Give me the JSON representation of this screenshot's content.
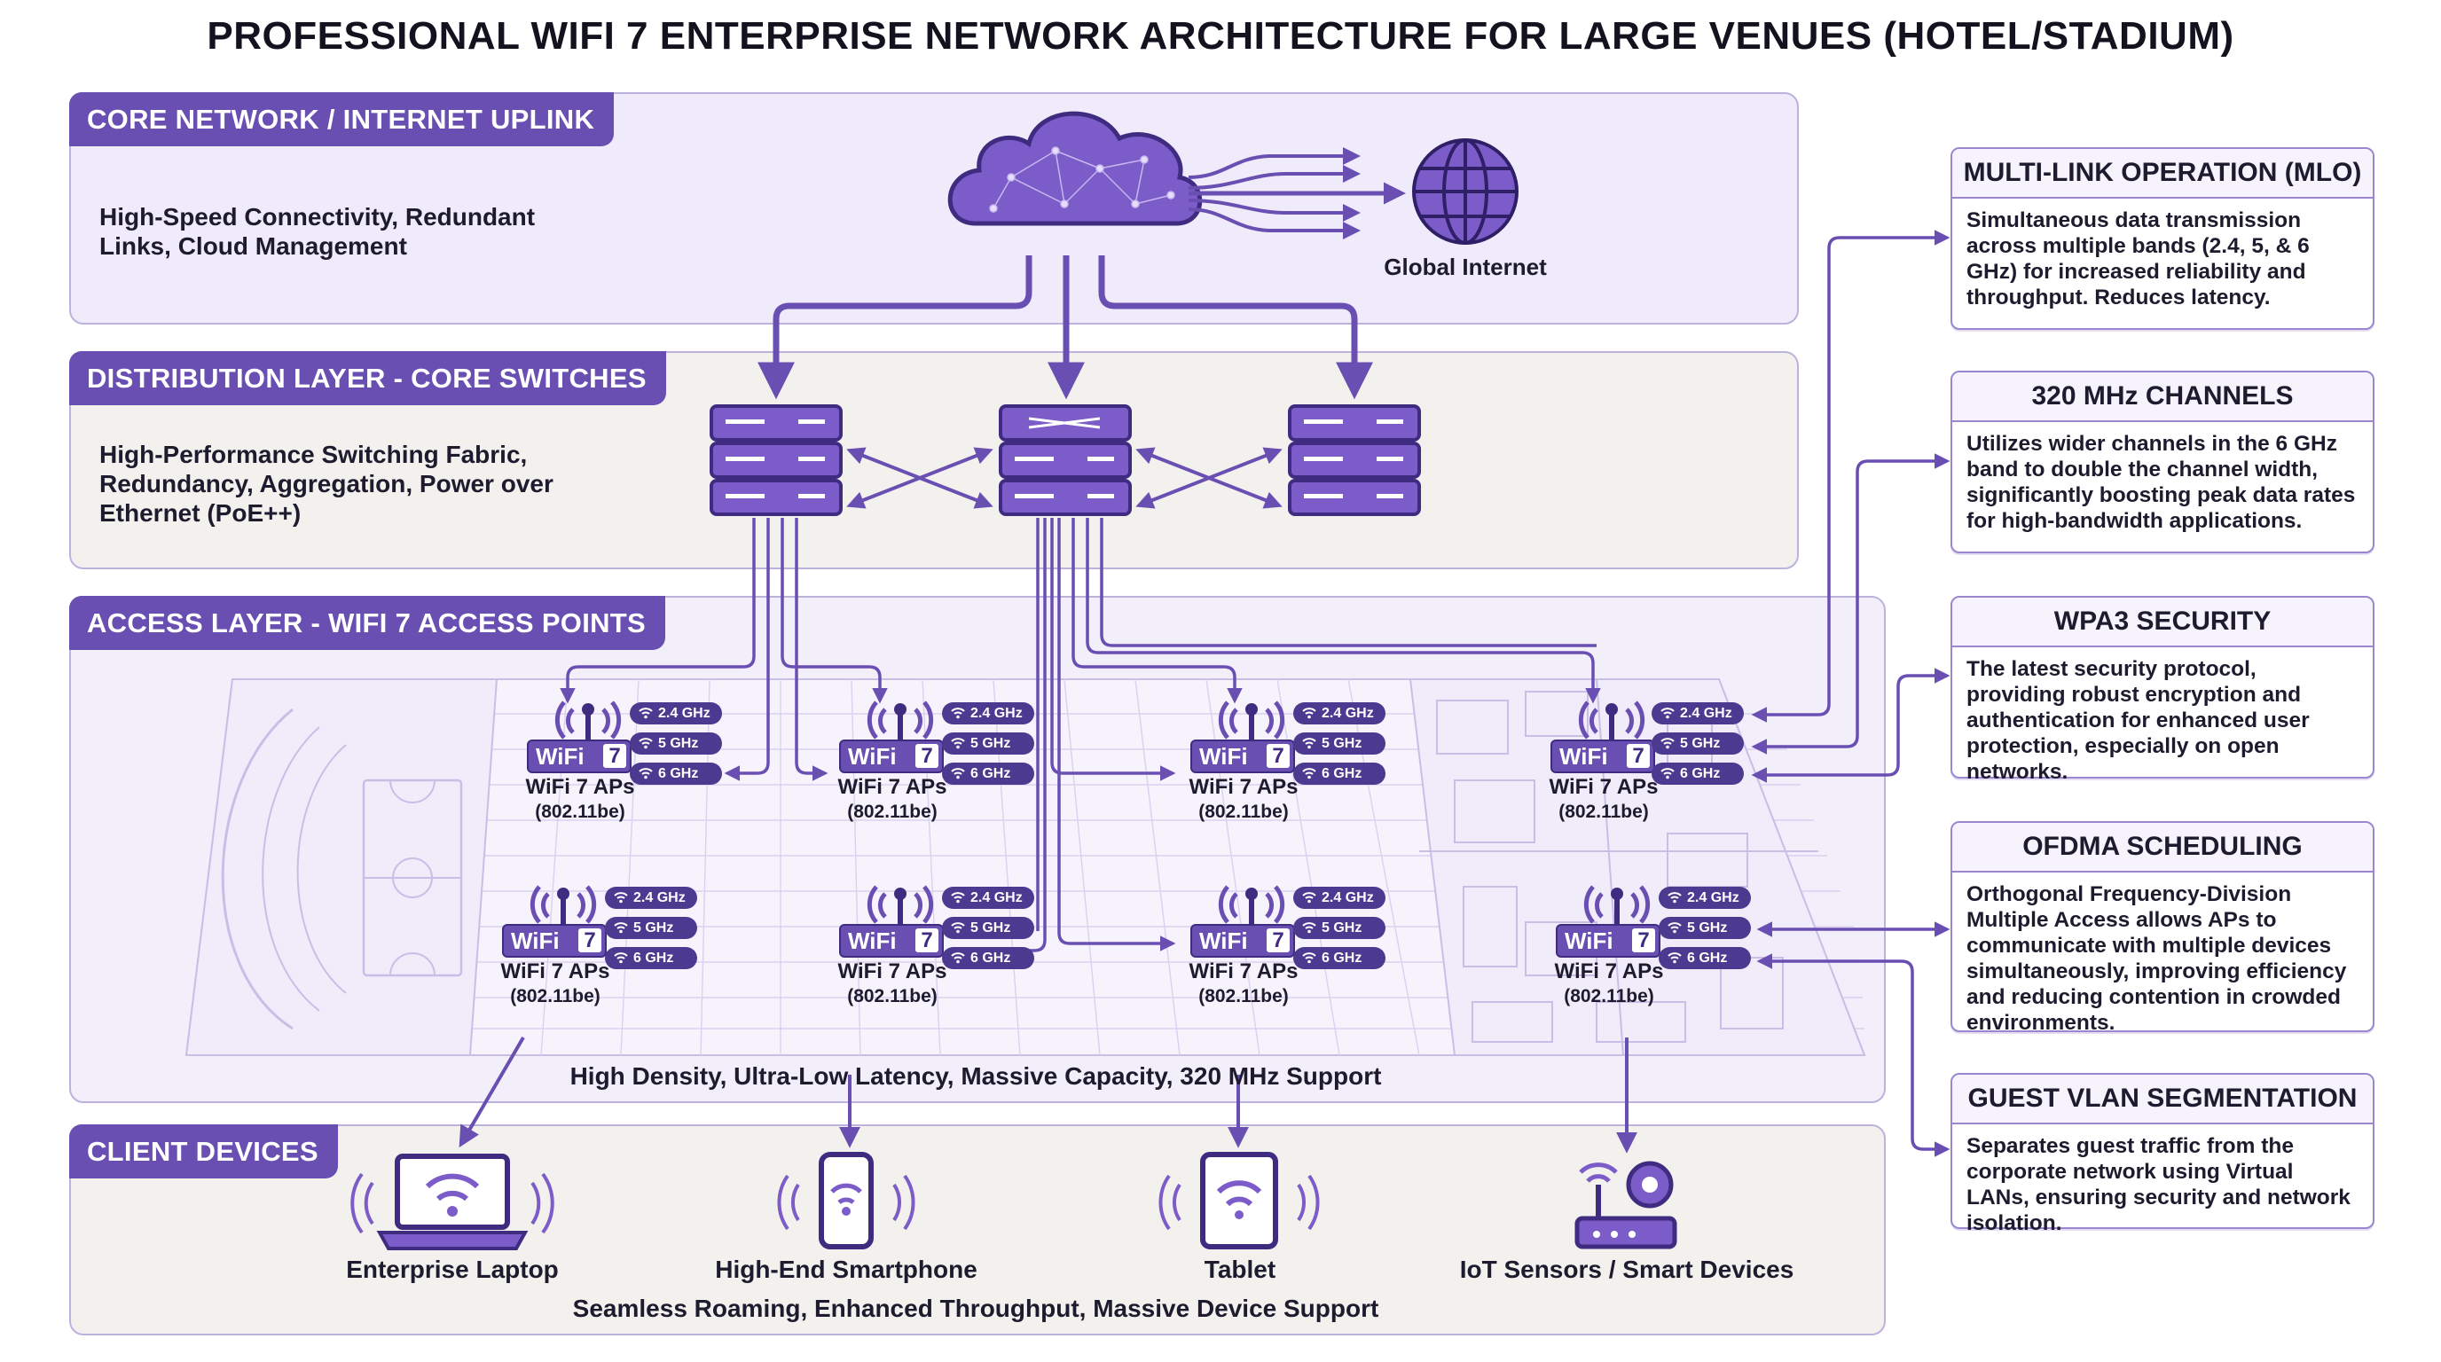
{
  "title": "PROFESSIONAL WIFI 7 ENTERPRISE NETWORK ARCHITECTURE FOR LARGE VENUES (HOTEL/STADIUM)",
  "core": {
    "label": "CORE NETWORK / INTERNET UPLINK",
    "description": "High-Speed Connectivity, Redundant Links, Cloud Management",
    "internet_label": "Global Internet"
  },
  "distribution": {
    "label": "DISTRIBUTION LAYER - CORE SWITCHES",
    "description": "High-Performance Switching Fabric, Redundancy, Aggregation, Power over Ethernet (PoE++)"
  },
  "access": {
    "label": "ACCESS LAYER - WIFI 7 ACCESS POINTS",
    "footer": "High Density, Ultra-Low Latency, Massive Capacity, 320 MHz Support",
    "ap_badge": "WiFi",
    "ap_badge_number": "7",
    "ap_label": "WiFi 7 APs",
    "ap_standard": "(802.11be)",
    "bands": [
      "2.4 GHz",
      "5 GHz",
      "6 GHz"
    ]
  },
  "clients": {
    "label": "CLIENT DEVICES",
    "items": [
      {
        "label": "Enterprise Laptop",
        "icon": "laptop-icon"
      },
      {
        "label": "High-End Smartphone",
        "icon": "smartphone-icon"
      },
      {
        "label": "Tablet",
        "icon": "tablet-icon"
      },
      {
        "label": "IoT Sensors / Smart Devices",
        "icon": "iot-router-icon"
      }
    ],
    "footer": "Seamless Roaming, Enhanced Throughput, Massive Device Support"
  },
  "features": [
    {
      "title": "MULTI-LINK OPERATION (MLO)",
      "text": "Simultaneous data transmission across multiple bands (2.4, 5, & 6 GHz) for increased reliability and throughput. Reduces latency."
    },
    {
      "title": "320 MHz CHANNELS",
      "text": "Utilizes wider channels in the 6 GHz band to double the channel width, significantly boosting peak data rates for high-bandwidth applications."
    },
    {
      "title": "WPA3 SECURITY",
      "text": "The latest security protocol, providing robust encryption and authentication for enhanced user protection, especially on open networks."
    },
    {
      "title": "OFDMA SCHEDULING",
      "text": "Orthogonal Frequency-Division Multiple Access allows APs to communicate with multiple devices simultaneously, improving efficiency and reducing contention in crowded environments."
    },
    {
      "title": "GUEST VLAN SEGMENTATION",
      "text": "Separates guest traffic from the corporate network using Virtual LANs, ensuring security and network isolation."
    }
  ],
  "colors": {
    "accent": "#6a4fb3",
    "accent_dark": "#3f2c80",
    "core_bg": "#efebfa",
    "distribution_bg": "#f3f1ee",
    "access_bg": "#f2effa",
    "clients_bg": "#f3f1ee"
  }
}
